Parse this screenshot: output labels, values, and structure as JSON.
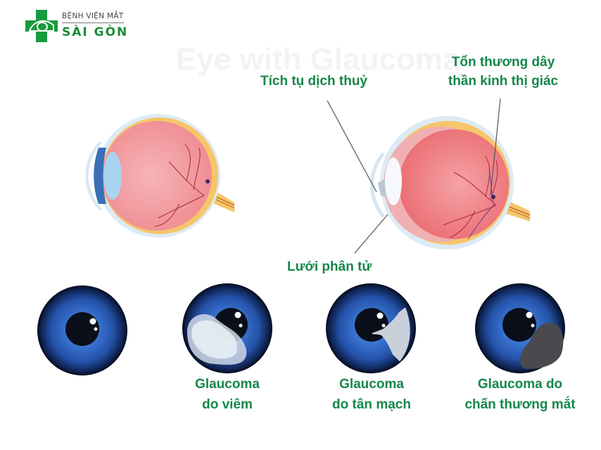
{
  "logo": {
    "line1": "BỆNH VIỆN MẮT",
    "line2": "SÀI GÒN",
    "icon": "green-cross-eye-icon",
    "colors": {
      "cross": "#1a9a3e",
      "text_primary": "#1a8a3a",
      "text_secondary": "#444444"
    }
  },
  "watermark": {
    "text": "Eye with Glaucoma"
  },
  "diagram": {
    "normal_eye": {
      "icon": "eye-cross-section-normal"
    },
    "glaucoma_eye": {
      "icon": "eye-cross-section-glaucoma"
    },
    "annotations": {
      "aqueous_buildup": "Tích tụ dịch thuỷ",
      "optic_nerve_damage_line1": "Tổn thương dây",
      "optic_nerve_damage_line2": "thần kinh thị giác",
      "trabecular_meshwork": "Lưới phân tử"
    }
  },
  "irises": [
    {
      "name": "normal",
      "line1": "",
      "line2": ""
    },
    {
      "name": "inflammatory",
      "line1": "Glaucoma",
      "line2": "do viêm"
    },
    {
      "name": "neovascular",
      "line1": "Glaucoma",
      "line2": "do tân mạch"
    },
    {
      "name": "traumatic",
      "line1": "Glaucoma do",
      "line2": "chấn thương mắt"
    }
  ],
  "colors": {
    "label_green": "#15874a",
    "iris_blue": "#2a5bb5",
    "iris_dark": "#0a1a3a",
    "eyeball_pink": "#f08a8e",
    "sclera_yellow": "#f7c56a",
    "cornea_blue": "#cfe4f2"
  }
}
